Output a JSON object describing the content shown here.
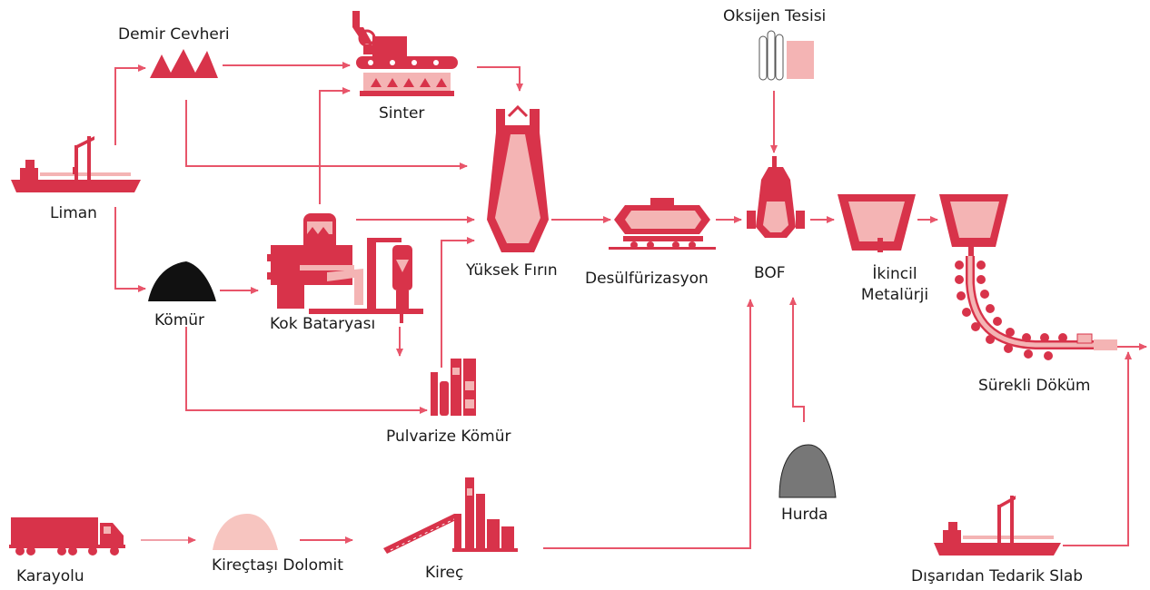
{
  "colors": {
    "primary": "#d8334a",
    "light": "#f4b4b4",
    "pale": "#f7c5c0",
    "arrow": "#e8556a",
    "coal": "#111111",
    "scrap": "#777777"
  },
  "labels": {
    "demir_cevheri": "Demir Cevheri",
    "sinter": "Sinter",
    "oksijen_tesisi": "Oksijen Tesisi",
    "liman": "Liman",
    "kok_bataryasi": "Kok Bataryası",
    "komur": "Kömür",
    "yuksek_firin": "Yüksek Fırın",
    "desulfurizasyon": "Desülfürizasyon",
    "bof": "BOF",
    "ikincil_1": "İkincil",
    "ikincil_2": "Metalürji",
    "surekli_dokum": "Sürekli Döküm",
    "pulvarize_komur": "Pulvarize Kömür",
    "hurda": "Hurda",
    "karayolu": "Karayolu",
    "kirectasi_dolomit": "Kireçtaşı Dolomit",
    "kirec": "Kireç",
    "disaridan_tedarik_slab": "Dışarıdan Tedarik Slab"
  },
  "icons": {
    "liman": "cargo-ship-icon",
    "demir_cevheri": "iron-ore-pile-icon",
    "sinter": "sinter-machine-icon",
    "komur": "coal-pile-icon",
    "kok_bataryasi": "coke-oven-icon",
    "pulvarize_komur": "pulverizer-icon",
    "yuksek_firin": "blast-furnace-icon",
    "desulfurizasyon": "torpedo-car-icon",
    "oksijen_tesisi": "oxygen-tanks-icon",
    "bof": "converter-icon",
    "ikincil_metalurji": "ladle-icon",
    "surekli_dokum": "caster-icon",
    "hurda": "scrap-pile-icon",
    "karayolu": "truck-icon",
    "kirectasi_dolomit": "limestone-pile-icon",
    "kirec": "lime-kiln-icon",
    "disaridan_tedarik_slab": "slab-ship-icon"
  }
}
